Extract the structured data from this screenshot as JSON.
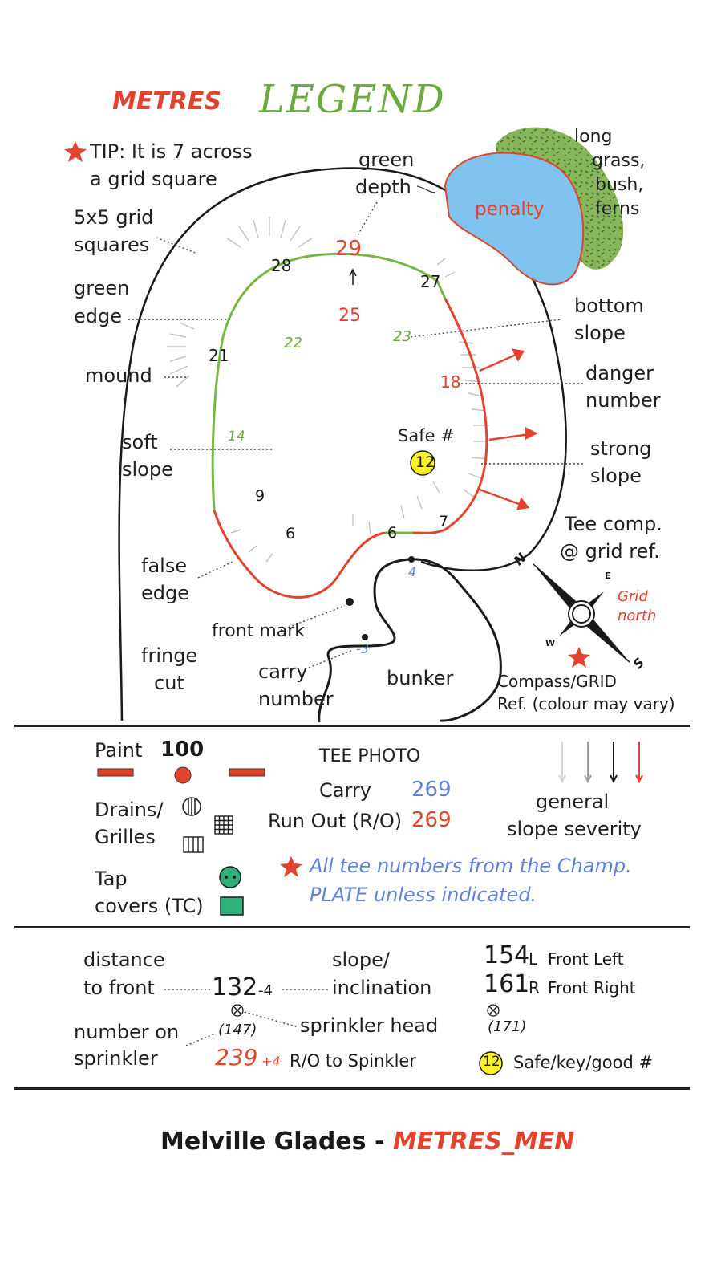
{
  "header": {
    "metres": "METRES",
    "legend": "LEGEND"
  },
  "tip": {
    "line1": "TIP: It is 7 across",
    "line2": "a grid square"
  },
  "labels": {
    "grid_squares_1": "5x5 grid",
    "grid_squares_2": "squares",
    "green_edge_1": "green",
    "green_edge_2": "edge",
    "mound": "mound",
    "soft_slope_1": "soft",
    "soft_slope_2": "slope",
    "false_edge_1": "false",
    "false_edge_2": "edge",
    "fringe_cut_1": "fringe",
    "fringe_cut_2": "cut",
    "front_mark": "front mark",
    "carry_number_1": "carry",
    "carry_number_2": "number",
    "bunker": "bunker",
    "green_depth_1": "green",
    "green_depth_2": "depth",
    "long_grass_1": "long",
    "long_grass_2": "grass,",
    "long_grass_3": "bush,",
    "long_grass_4": "ferns",
    "penalty": "penalty",
    "bottom_slope_1": "bottom",
    "bottom_slope_2": "slope",
    "danger_number_1": "danger",
    "danger_number_2": "number",
    "strong_slope_1": "strong",
    "strong_slope_2": "slope",
    "safe_num": "Safe #",
    "tee_comp_1": "Tee comp.",
    "tee_comp_2": "@ grid ref.",
    "grid_north_1": "Grid",
    "grid_north_2": "north",
    "compass_ref_1": "Compass/GRID",
    "compass_ref_2": "Ref. (colour may vary)"
  },
  "compass": {
    "n": "N",
    "e": "E",
    "s": "S",
    "w": "W"
  },
  "green_numbers": {
    "n29": "29",
    "n28": "28",
    "n27": "27",
    "n25": "25",
    "n22": "22",
    "n23": "23",
    "n21": "21",
    "n18": "18",
    "n14": "14",
    "n12": "12",
    "n9": "9",
    "n6a": "6",
    "n6b": "6",
    "n7": "7",
    "n4": "4",
    "nm3": "-3"
  },
  "legend2": {
    "paint": "Paint",
    "paint_num": "100",
    "drains1": "Drains/",
    "drains2": "Grilles",
    "tap1": "Tap",
    "tap2": "covers (TC)",
    "tee_photo": "TEE PHOTO",
    "carry": "Carry",
    "carry_val": "269",
    "runout": "Run Out (R/O)",
    "runout_val": "269",
    "general1": "general",
    "general2": "slope severity",
    "note1": "All tee numbers from the Champ.",
    "note2": "PLATE unless indicated."
  },
  "legend3": {
    "dist1": "distance",
    "dist2": "to front",
    "num_big": "132",
    "num_small": "-4",
    "slope1": "slope/",
    "slope2": "inclination",
    "sprinkler_head": "sprinkler head",
    "num_sprink1": "number on",
    "num_sprink2": "sprinkler",
    "paren147": "(147)",
    "ro_big": "239",
    "ro_small": "+4",
    "ro_label": "R/O to Spinkler",
    "fl_num": "154",
    "fl_letter": "L",
    "fl_label": "Front Left",
    "fr_num": "161",
    "fr_letter": "R",
    "fr_label": "Front Right",
    "paren171": "(171)",
    "safe_badge": "12",
    "safe_label": "Safe/key/good #"
  },
  "footer": {
    "course": "Melville Glades - ",
    "edition": "METRES_MEN"
  },
  "colors": {
    "red": "#e2432c",
    "green": "#76b843",
    "blue": "#5e82d8",
    "water": "#7fc3ee",
    "grass": "#7fae4e",
    "tap": "#2fb07a",
    "yellow": "#fdf226"
  }
}
